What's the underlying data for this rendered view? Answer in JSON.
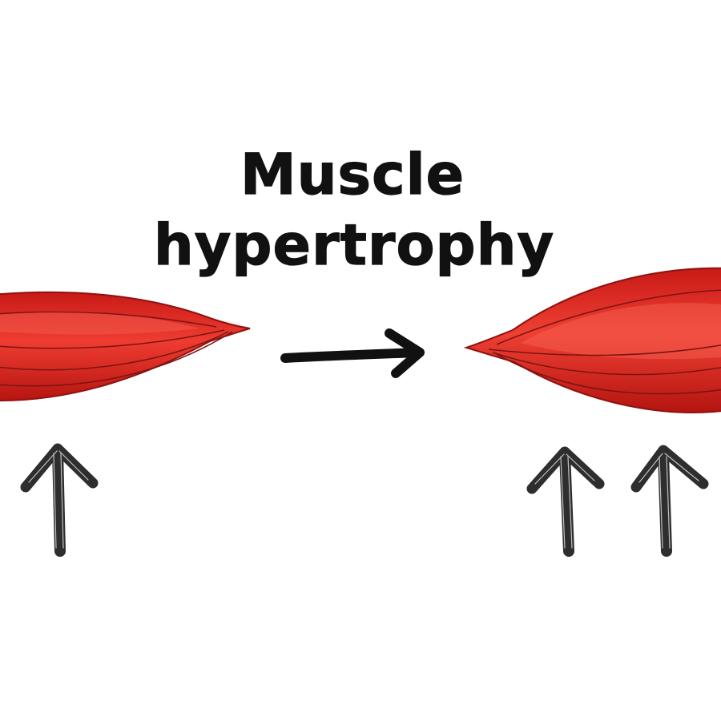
{
  "title": {
    "line1": "Muscle",
    "line2": "hypertrophy"
  },
  "colors": {
    "background": "#ffffff",
    "muscle_fill": "#d8201c",
    "muscle_highlight": "#f0463b",
    "muscle_outline": "#8e1210",
    "muscle_striation": "#7a1412",
    "tendon": "#f4d3d0",
    "arrow": "#111111",
    "up_arrow": "#2e2e2e"
  },
  "icons": {
    "transition_arrow": "arrow-right-icon",
    "increase_arrow": "arrow-up-icon"
  },
  "diagram": {
    "before": {
      "up_arrow_count": 1
    },
    "after": {
      "up_arrow_count": 2
    }
  }
}
